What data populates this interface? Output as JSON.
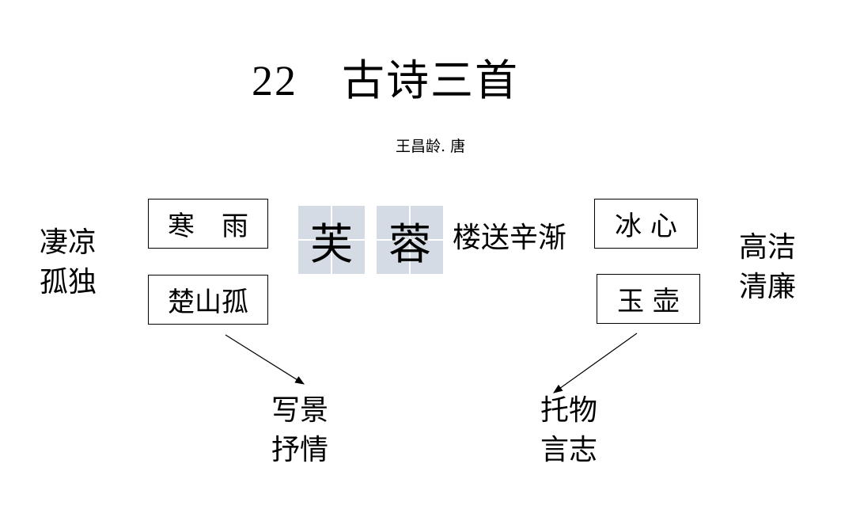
{
  "title": {
    "number": "22",
    "text": "古诗三首"
  },
  "author": "王昌龄. 唐",
  "left_mood": {
    "line1": "凄凉",
    "line2": "孤独"
  },
  "right_mood": {
    "line1": "高洁",
    "line2": "清廉"
  },
  "boxes": {
    "cold_rain": "寒　雨",
    "chu_mountain": "楚山孤",
    "ice_heart": "冰 心",
    "jade_pot": "玉 壶"
  },
  "grid_chars": [
    "芙",
    "蓉"
  ],
  "poem_title_rest": "楼送辛渐",
  "bottom_left": {
    "line1": "写景",
    "line2": "抒情"
  },
  "bottom_right": {
    "line1": "托物",
    "line2": "言志"
  }
}
